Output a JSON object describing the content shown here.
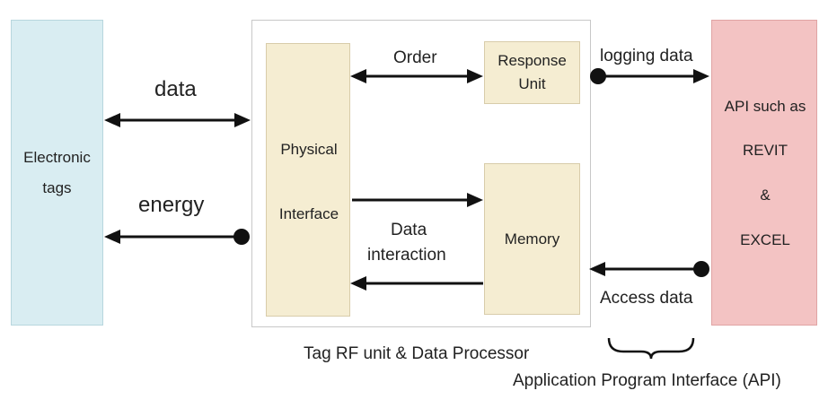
{
  "colors": {
    "tags_fill": "#d9edf2",
    "tags_border": "#b8d6de",
    "processor_border": "#c8c8c8",
    "inner_fill": "#f5edd2",
    "inner_border": "#d8ccaa",
    "api_fill": "#f3c3c3",
    "api_border": "#e0a4a4",
    "line": "#111111"
  },
  "tags": {
    "line1": "Electronic",
    "line2": "tags"
  },
  "physical_interface": {
    "line1": "Physical",
    "line2": "Interface"
  },
  "response_unit": {
    "line1": "Response",
    "line2": "Unit"
  },
  "memory": {
    "label": "Memory"
  },
  "api_box": {
    "line1": "API such as",
    "line2": "REVIT",
    "line3": "&",
    "line4": "EXCEL"
  },
  "labels": {
    "data": "data",
    "energy": "energy",
    "order": "Order",
    "data_interaction_1": "Data",
    "data_interaction_2": "interaction",
    "logging_data": "logging data",
    "access_data": "Access data",
    "processor_caption": "Tag RF unit & Data Processor",
    "api_caption": "Application Program Interface (API)"
  }
}
